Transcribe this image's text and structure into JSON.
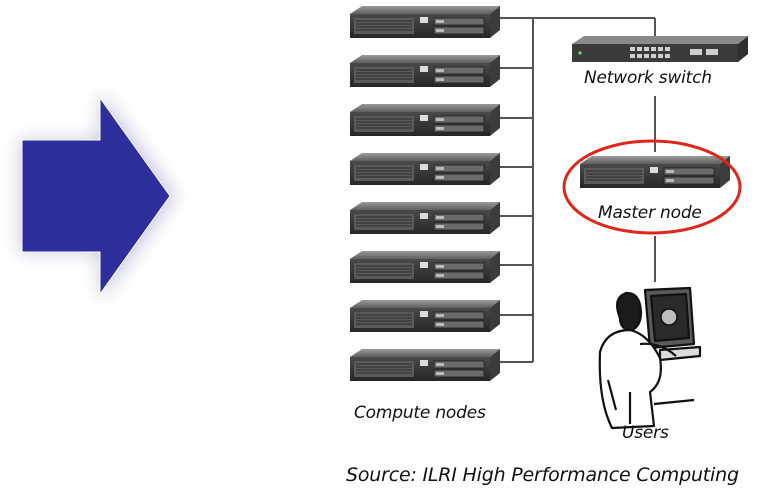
{
  "labels": {
    "network_switch": "Network switch",
    "master_node": "Master node",
    "compute_nodes": "Compute nodes",
    "users": "Users",
    "source": "Source: ILRI High Performance Computing"
  },
  "colors": {
    "arrow_fill": "#2e2e9c",
    "master_highlight": "#e0261b",
    "connector": "#555555",
    "server_body": "#3a3a3a"
  },
  "icons": {
    "arrow": "right-arrow-icon",
    "server": "rack-server-icon",
    "switch": "network-switch-icon",
    "user": "user-at-computer-icon"
  },
  "compute_node_count": 8
}
